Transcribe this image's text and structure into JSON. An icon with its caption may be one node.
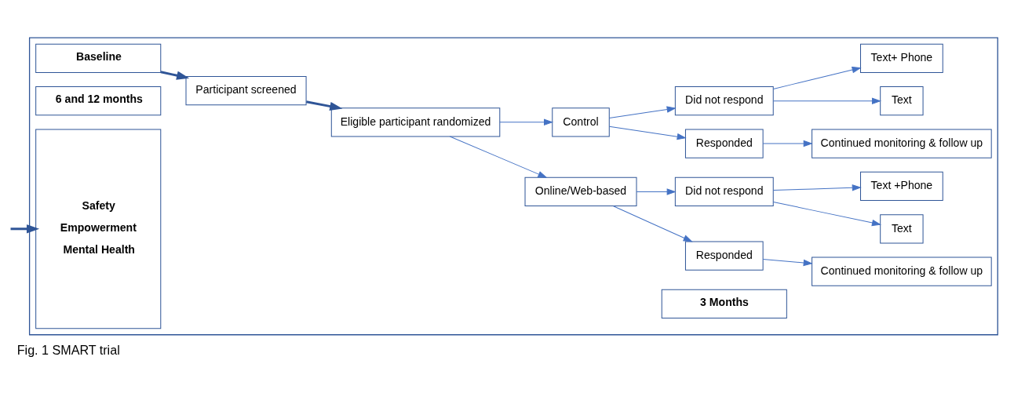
{
  "diagram": {
    "caption": "Fig. 1 SMART trial",
    "nodes": [
      {
        "text": [],
        "shape": "box"
      },
      {
        "text": [
          "Baseline"
        ],
        "in": 0
      },
      {
        "text": [
          "3 Months"
        ],
        "in": 0
      },
      {
        "text": [
          "6 and 12 months"
        ],
        "in": 0
      },
      {
        "text": [
          "Participant screened"
        ],
        "in": 0
      },
      {
        "text": [
          "Eligible participant randomized"
        ],
        "in": 0
      },
      {
        "text": [
          "Online/Web-based"
        ],
        "in": 0
      },
      {
        "text": [
          "Responded"
        ],
        "in": 0
      },
      {
        "text": [
          "Did not respond"
        ],
        "in": 0
      },
      {
        "text": [
          "Continued monitoring & follow up"
        ],
        "in": 0
      },
      {
        "text": [
          "Text"
        ],
        "in": 0
      },
      {
        "text": [
          "Text +Phone"
        ],
        "in": 0
      },
      {
        "text": [
          "Control"
        ],
        "in": 0
      },
      {
        "text": [
          "Responded"
        ],
        "in": 0
      },
      {
        "text": [
          "Did not respond"
        ],
        "in": 0
      },
      {
        "text": [
          "Continued monitoring & follow up"
        ],
        "in": 0
      },
      {
        "text": [
          "Text"
        ],
        "in": 0
      },
      {
        "text": [
          "Text+ Phone"
        ],
        "in": 0
      },
      {
        "text": [
          "Safety",
          "Empowerment",
          "Mental Health"
        ],
        "in": 0
      }
    ],
    "edges": [
      {
        "from": 1,
        "to": 4,
        "arrow": "to",
        "style": "thick",
        "color": "#2f5597"
      },
      {
        "from": 4,
        "to": 5,
        "arrow": "to",
        "style": "thick",
        "color": "#2f5597"
      },
      {
        "from": 5,
        "to": 6,
        "arrow": "to"
      },
      {
        "from": 5,
        "to": 12,
        "arrow": "to"
      },
      {
        "from": 6,
        "to": 7,
        "arrow": "to"
      },
      {
        "from": 6,
        "to": 8,
        "arrow": "to"
      },
      {
        "from": 7,
        "to": 9,
        "arrow": "to"
      },
      {
        "from": 8,
        "to": 10,
        "arrow": "to"
      },
      {
        "from": 8,
        "to": 11,
        "arrow": "to"
      },
      {
        "from": 12,
        "to": 13,
        "arrow": "to"
      },
      {
        "from": 12,
        "to": 14,
        "arrow": "to"
      },
      {
        "from": 13,
        "to": 15,
        "arrow": "to"
      },
      {
        "from": 14,
        "to": 16,
        "arrow": "to"
      },
      {
        "from": 14,
        "to": 17,
        "arrow": "to"
      },
      {
        "from": null,
        "to": 18,
        "arrow": "to",
        "style": "thick",
        "color": "#2f5597"
      }
    ]
  }
}
